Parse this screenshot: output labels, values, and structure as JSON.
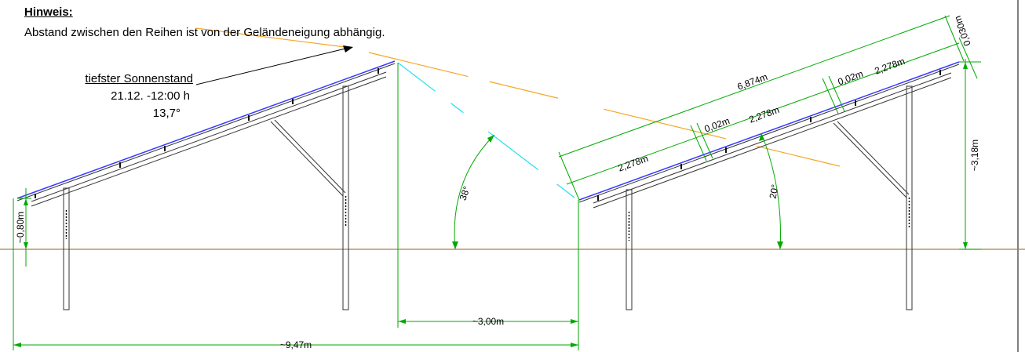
{
  "note": {
    "title": "Hinweis:",
    "text": "Abstand zwischen den Reihen ist von der Geländeneigung abhängig."
  },
  "sun": {
    "title": "tiefster Sonnenstand",
    "date": "21.12. -12:00 h",
    "angle": "13,7°"
  },
  "dimensions": {
    "front_height": "~0,80m",
    "row_gap": "~3,00m",
    "total_depth": "~9,47m",
    "shade_angle": "38°",
    "tilt_angle": "20°",
    "back_height": "~3,18m",
    "table_length": "6,874m",
    "module_1": "2,278m",
    "gap_1": "0,02m",
    "module_2": "2,278m",
    "gap_2": "0,02m",
    "module_3": "2,278m",
    "edge_offset": "0,030m"
  },
  "colors": {
    "ground": "#b07a4a",
    "dimension": "#00aa00",
    "sun_ray": "#f5a623",
    "shade_line": "#20e0f0",
    "module": "#3a3aff",
    "frame": "#333333"
  }
}
